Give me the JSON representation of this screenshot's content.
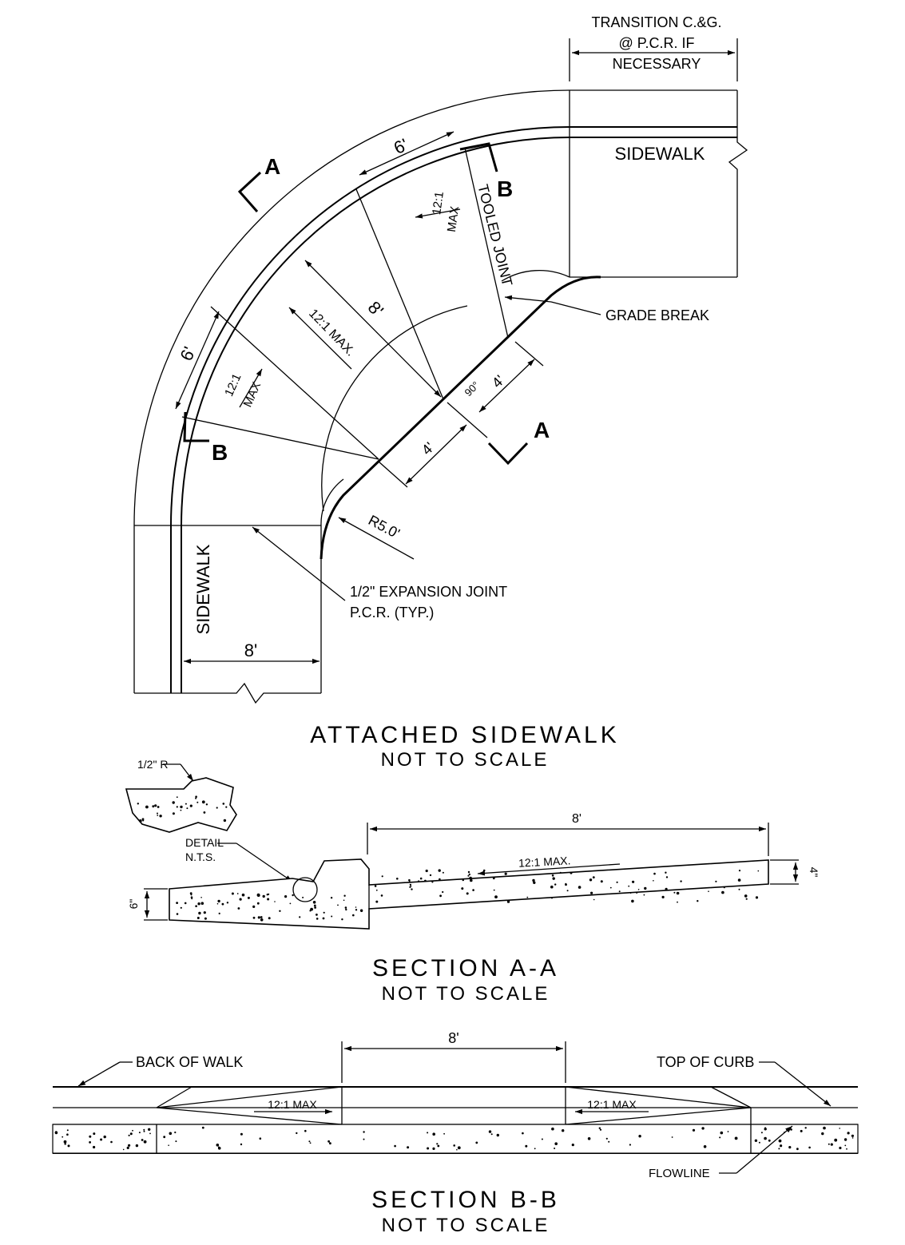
{
  "plan": {
    "title": "ATTACHED SIDEWALK",
    "scale": "NOT TO SCALE",
    "transition_note": [
      "TRANSITION C.&G.",
      "@ P.C.R. IF",
      "NECESSARY"
    ],
    "sidewalk_right": "SIDEWALK",
    "sidewalk_left": "SIDEWALK",
    "grade_break": "GRADE BREAK",
    "tooled_joint": "TOOLED JOINT",
    "expansion_joint": [
      "1/2\" EXPANSION JOINT",
      "P.C.R. (TYP.)"
    ],
    "radius": "R5.0'",
    "dim_6_top": "6'",
    "dim_6_left": "6'",
    "dim_8_ramp": "8'",
    "dim_8_bottom": "8'",
    "dim_4_upper": "4'",
    "dim_4_lower": "4'",
    "angle": "90°",
    "slope_main": "12:1 MAX.",
    "slope_top_num": "12:1",
    "slope_top_den": "MAX",
    "slope_left_num": "12:1",
    "slope_left_den": "MAX",
    "section_a": "A",
    "section_b": "B"
  },
  "section_aa": {
    "title": "SECTION A-A",
    "scale": "NOT TO SCALE",
    "detail_radius": "1/2\" R",
    "detail_label": [
      "DETAIL",
      "N.T.S."
    ],
    "dim_8": "8'",
    "slope": "12:1 MAX.",
    "dim_6in": "6\"",
    "dim_4in": "4\""
  },
  "section_bb": {
    "title": "SECTION B-B",
    "scale": "NOT TO SCALE",
    "back_of_walk": "BACK OF WALK",
    "top_of_curb": "TOP OF CURB",
    "flowline": "FLOWLINE",
    "dim_8": "8'",
    "slope_left": "12:1 MAX",
    "slope_right": "12:1 MAX"
  }
}
